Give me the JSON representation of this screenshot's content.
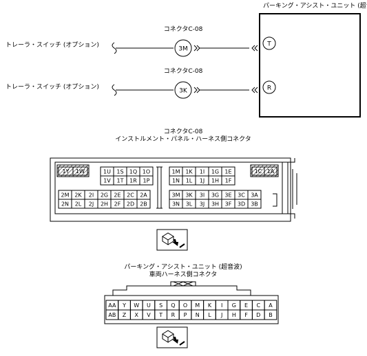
{
  "unit": {
    "title": "パーキング・アシスト・ユニット (超音波)",
    "pins": [
      "T",
      "R"
    ]
  },
  "circuits": [
    {
      "source": "トレーラ・スイッチ (オプション)",
      "connector_label": "コネクタC-08",
      "pin": "3M",
      "unit_pin": "T"
    },
    {
      "source": "トレーラ・スイッチ (オプション)",
      "connector_label": "コネクタC-08",
      "pin": "3K",
      "unit_pin": "R"
    }
  ],
  "connector_c08": {
    "title_line1": "コネクタC-08",
    "title_line2": "インストルメント・パネル・ハーネス側コネクタ",
    "left_block": {
      "hatched_pins": [
        "1Y",
        "1W"
      ],
      "upper_rows": [
        [
          "1U",
          "1S",
          "1Q",
          "1O"
        ],
        [
          "1V",
          "1T",
          "1R",
          "1P"
        ]
      ],
      "lower_rows": [
        [
          "2M",
          "2K",
          "2I",
          "2G",
          "2E",
          "2C",
          "2A"
        ],
        [
          "2N",
          "2L",
          "2J",
          "2H",
          "2F",
          "2D",
          "2B"
        ]
      ]
    },
    "right_block": {
      "hatched_pins": [
        "1C",
        "1A"
      ],
      "upper_rows": [
        [
          "1M",
          "1K",
          "1I",
          "1G",
          "1E"
        ],
        [
          "1N",
          "1L",
          "1J",
          "1H",
          "1F"
        ]
      ],
      "lower_rows": [
        [
          "3M",
          "3K",
          "3I",
          "3G",
          "3E",
          "3C",
          "3A"
        ],
        [
          "3N",
          "3L",
          "3J",
          "3H",
          "3F",
          "3D",
          "3B"
        ]
      ]
    }
  },
  "connector_unit": {
    "title_line1": "パーキング・アシスト・ユニット (超音波)",
    "title_line2": "車両ハーネス側コネクタ",
    "rows": [
      [
        "AA",
        "Y",
        "W",
        "U",
        "S",
        "Q",
        "O",
        "M",
        "K",
        "I",
        "G",
        "E",
        "C",
        "A"
      ],
      [
        "AB",
        "Z",
        "X",
        "V",
        "T",
        "R",
        "P",
        "N",
        "L",
        "J",
        "H",
        "F",
        "D",
        "B"
      ]
    ]
  }
}
